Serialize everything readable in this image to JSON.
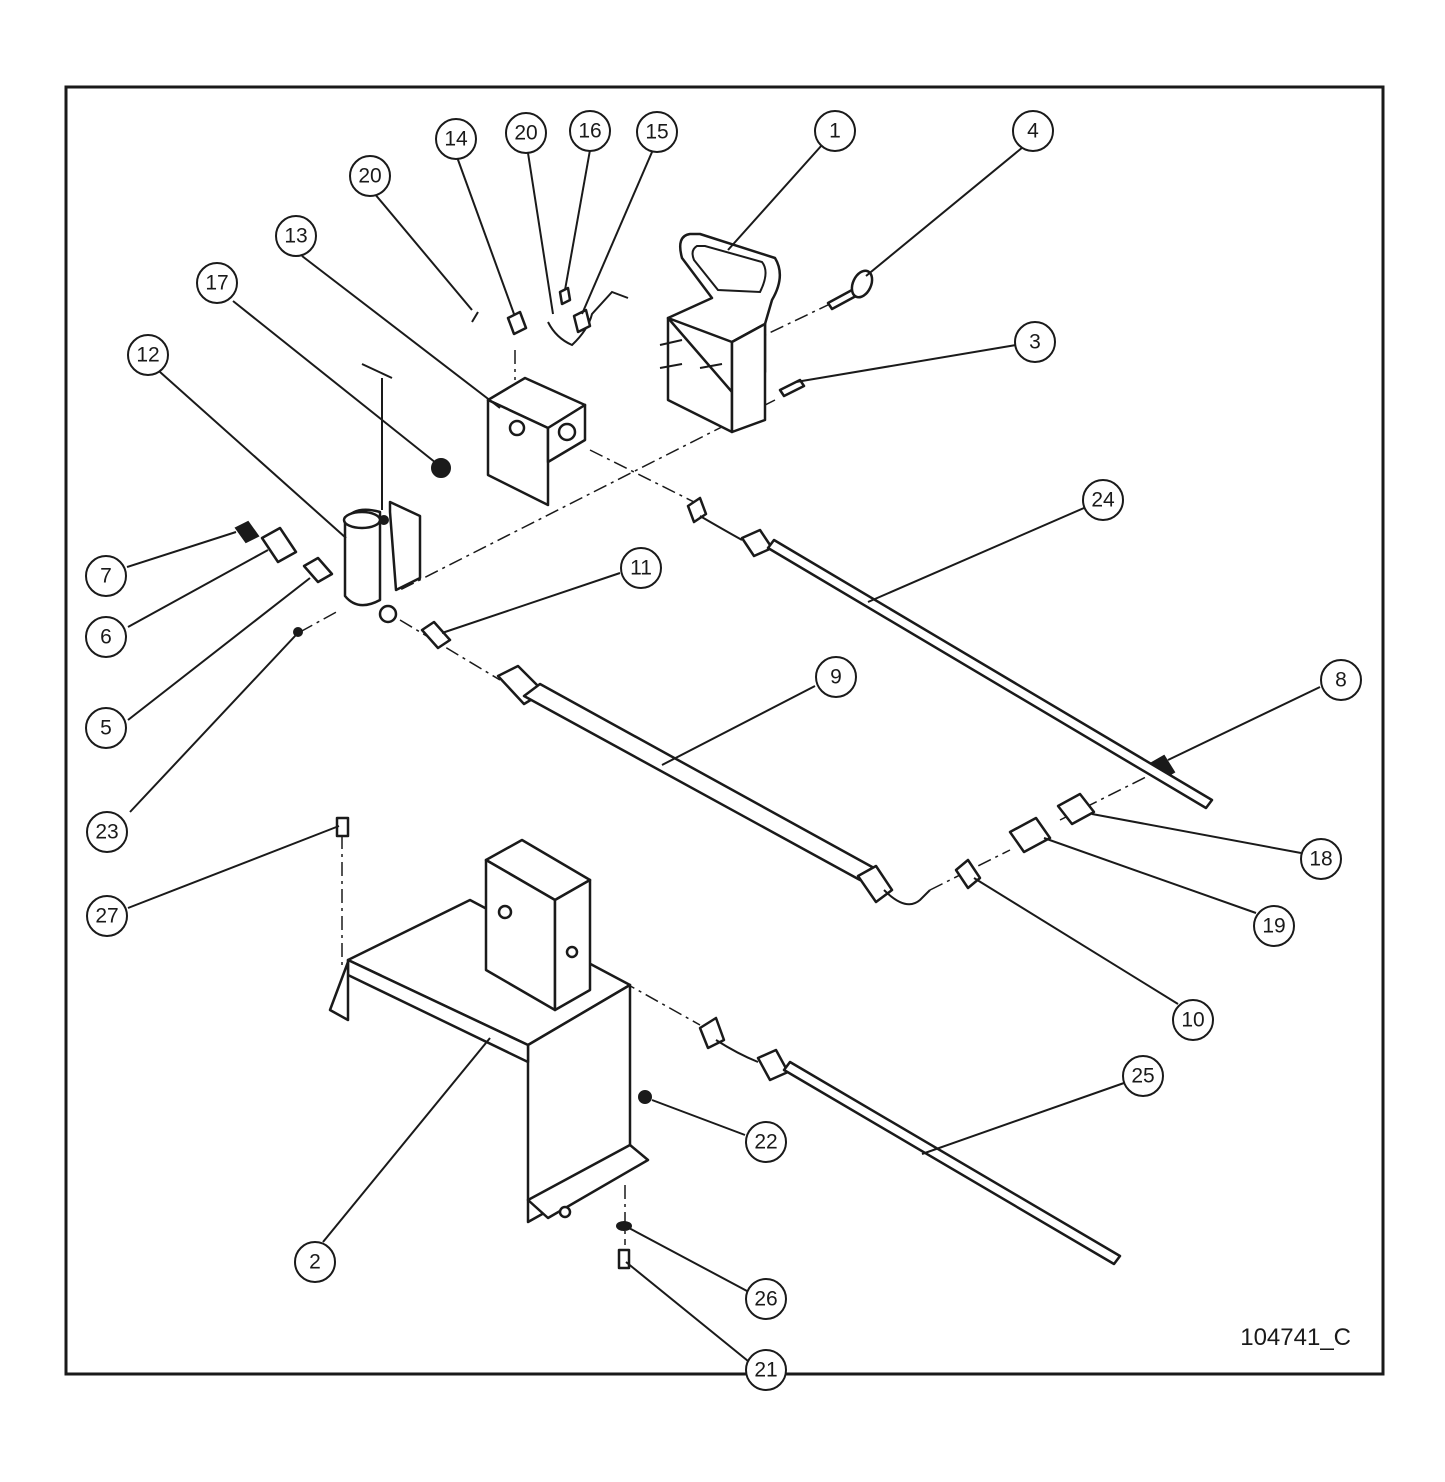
{
  "drawing_number": "104741_C",
  "callouts": [
    "1",
    "2",
    "3",
    "4",
    "5",
    "6",
    "7",
    "8",
    "9",
    "10",
    "11",
    "12",
    "13",
    "14",
    "15",
    "16",
    "17",
    "18",
    "19",
    "20",
    "20",
    "21",
    "22",
    "23",
    "24",
    "25",
    "26",
    "27"
  ],
  "colors": {
    "line": "#1a1a1a",
    "background": "#ffffff"
  }
}
